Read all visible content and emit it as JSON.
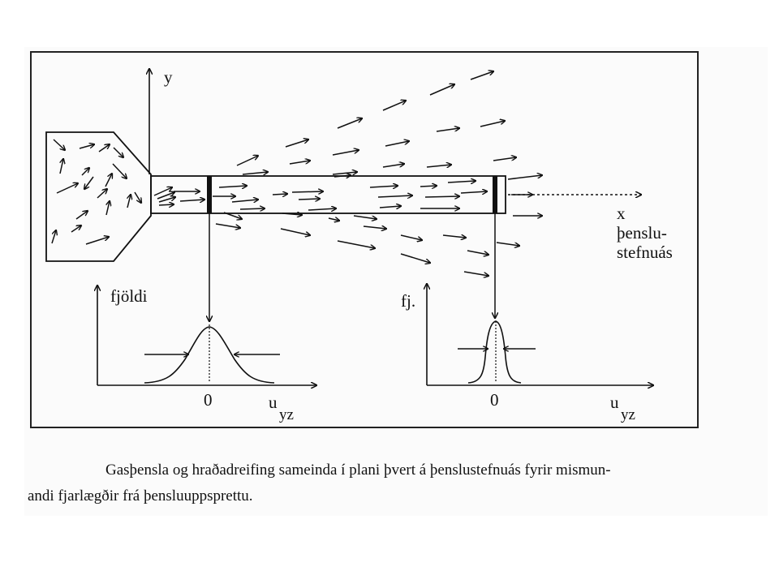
{
  "diagram": {
    "axis_y_label": "y",
    "axis_x_label": "x",
    "axis_x_desc_1": "þenslu-",
    "axis_x_desc_2": "stefnuás",
    "plot_left": {
      "ylabel": "fjöldi",
      "zero_label": "0",
      "xlabel_main": "u",
      "xlabel_sub": "yz"
    },
    "plot_right": {
      "ylabel": "fj.",
      "zero_label": "0",
      "xlabel_main": "u",
      "xlabel_sub": "yz"
    }
  },
  "caption": {
    "line1": "Gasþensla og hraðadreifing sameinda í plani þvert á þenslustefnuás fyrir mismun-",
    "line2": "andi fjarlægðir frá þensluuppsprettu."
  },
  "colors": {
    "ink": "#111111",
    "paper": "#fbfbfb"
  }
}
